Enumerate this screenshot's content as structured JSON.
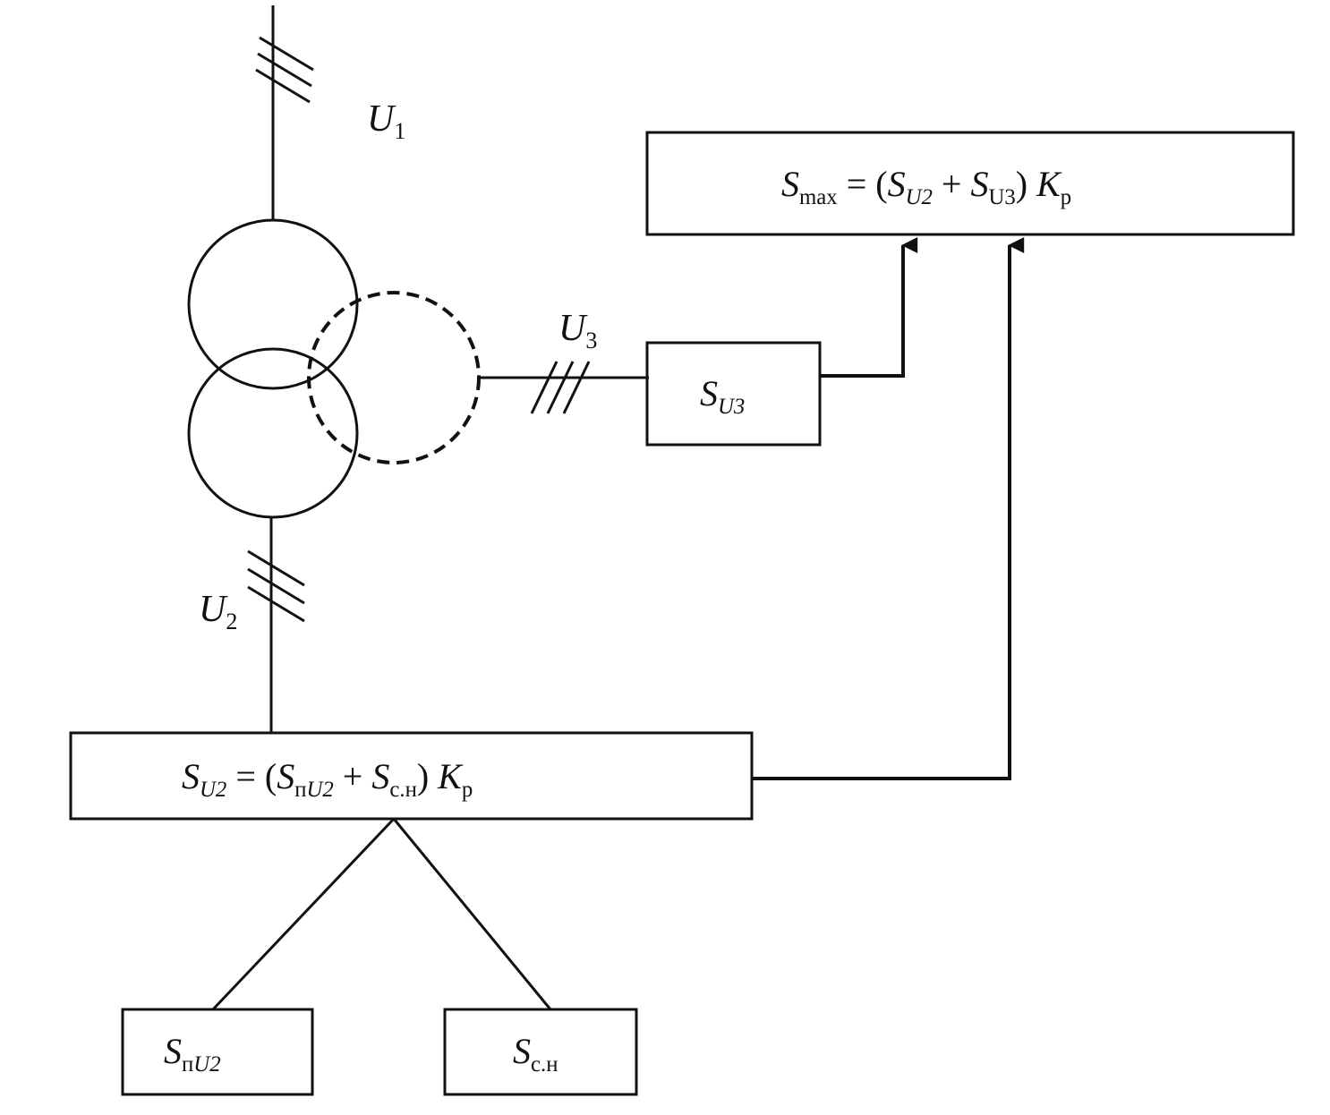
{
  "stroke_color": "#111111",
  "voltages": {
    "u1": {
      "sym": "U",
      "sub": "1"
    },
    "u2": {
      "sym": "U",
      "sub": "2"
    },
    "u3": {
      "sym": "U",
      "sub": "3"
    }
  },
  "boxes": {
    "smax": {
      "s1": "S",
      "s1_sub": "max",
      "eq": " = (",
      "s2": "S",
      "s2_sub": "U2",
      "plus": " + ",
      "s3": "S",
      "s3_sub": "U3",
      "close": ") ",
      "k": "K",
      "k_sub": "р"
    },
    "su3": {
      "s": "S",
      "sub": "U3"
    },
    "su2": {
      "s1": "S",
      "s1_sub": "U2",
      "eq": " = (",
      "s2": "S",
      "s2_sub_a": "п",
      "s2_sub_b": "U2",
      "plus": " + ",
      "s3": "S",
      "s3_sub": "с.н",
      "close": ") ",
      "k": "K",
      "k_sub": "р"
    },
    "spu2": {
      "s": "S",
      "sub_a": "п",
      "sub_b": "U2"
    },
    "ssn": {
      "s": "S",
      "sub": "с.н"
    }
  }
}
